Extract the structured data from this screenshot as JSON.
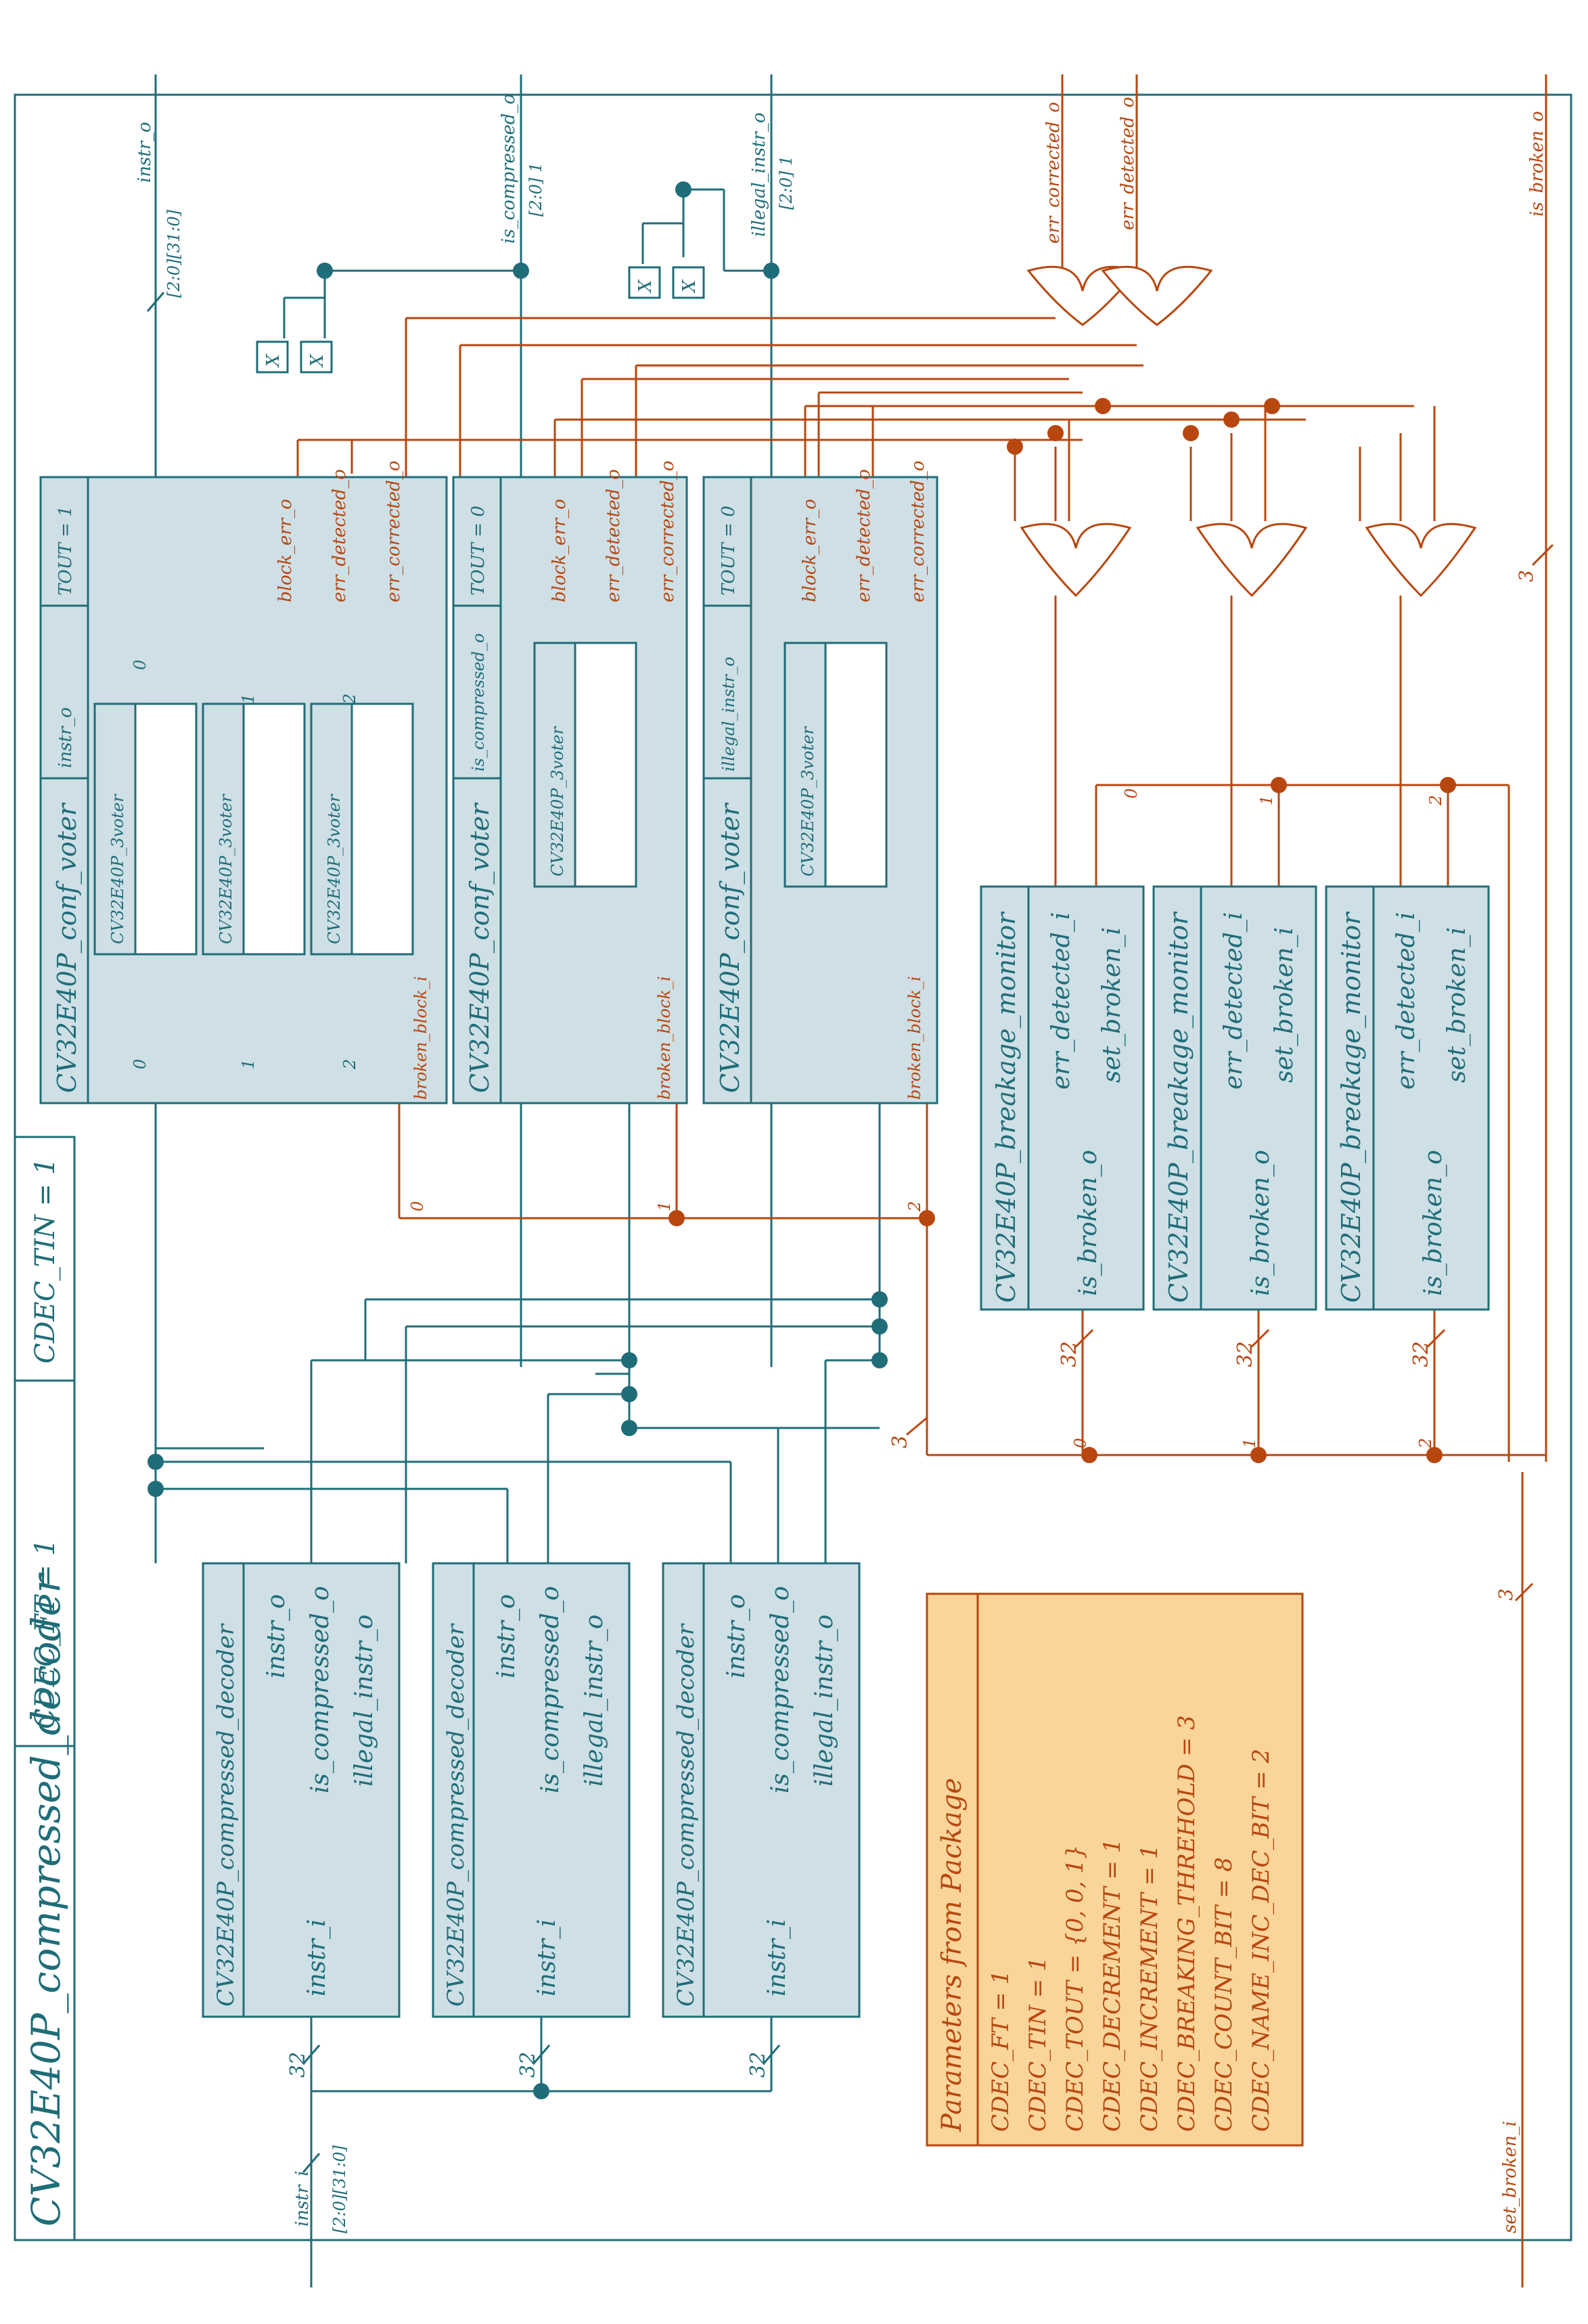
{
  "module_title": "CV32E40P_compressed_decoder",
  "params_header": [
    "CDEC_FT = 1",
    "CDEC_TIN = 1"
  ],
  "ports": {
    "instr_i": "instr_i",
    "instr_i_range": "[2:0][31:0]",
    "instr_o": "instr_o",
    "instr_o_range": "[2:0][31:0]",
    "is_compressed_o": "is_compressed_o",
    "is_compressed_range": "[2:0] 1",
    "illegal_instr_o": "illegal_instr_o",
    "illegal_instr_range": "[2:0] 1",
    "err_corrected_o": "err_corrected_o",
    "err_detected_o": "err_detected_o",
    "is_broken_o": "is_broken_o",
    "set_broken_i": "set_broken_i"
  },
  "decoders": [
    {
      "name": "CV32E40P_compressed_decoder",
      "in_port": "instr_i",
      "out_ports": [
        "instr_o",
        "is_compressed_o",
        "illegal_instr_o"
      ]
    },
    {
      "name": "CV32E40P_compressed_decoder",
      "in_port": "instr_i",
      "out_ports": [
        "instr_o",
        "is_compressed_o",
        "illegal_instr_o"
      ]
    },
    {
      "name": "CV32E40P_compressed_decoder",
      "in_port": "instr_i",
      "out_ports": [
        "instr_o",
        "is_compressed_o",
        "illegal_instr_o"
      ]
    }
  ],
  "voters": [
    {
      "name": "CV32E40P_conf_voter",
      "out": "instr_o",
      "param": "TOUT = 1",
      "inner": [
        "CV32E40P_3voter",
        "CV32E40P_3voter",
        "CV32E40P_3voter"
      ],
      "ports": [
        "block_err_o",
        "err_detected_o",
        "err_corrected_o"
      ],
      "in_port": "broken_block_i"
    },
    {
      "name": "CV32E40P_conf_voter",
      "out": "is_compressed_o",
      "param": "TOUT = 0",
      "inner": [
        "CV32E40P_3voter"
      ],
      "ports": [
        "block_err_o",
        "err_detected_o",
        "err_corrected_o"
      ],
      "in_port": "broken_block_i"
    },
    {
      "name": "CV32E40P_conf_voter",
      "out": "illegal_instr_o",
      "param": "TOUT = 0",
      "inner": [
        "CV32E40P_3voter"
      ],
      "ports": [
        "block_err_o",
        "err_detected_o",
        "err_corrected_o"
      ],
      "in_port": "broken_block_i"
    }
  ],
  "monitors": [
    {
      "name": "CV32E40P_breakage_monitor",
      "ports": [
        "err_detected_i",
        "set_broken_i",
        "is_broken_o"
      ]
    },
    {
      "name": "CV32E40P_breakage_monitor",
      "ports": [
        "err_detected_i",
        "set_broken_i",
        "is_broken_o"
      ]
    },
    {
      "name": "CV32E40P_breakage_monitor",
      "ports": [
        "err_detected_i",
        "set_broken_i",
        "is_broken_o"
      ]
    }
  ],
  "width_labels": {
    "w32": "32",
    "w3": "3",
    "w1": "1",
    "w2": "2"
  },
  "index_labels": [
    "0",
    "1",
    "2"
  ],
  "unconnected": "X",
  "parameters_box": {
    "title": "Parameters from Package",
    "lines": [
      "CDEC_FT = 1",
      "CDEC_TIN = 1",
      "CDEC_TOUT = {0, 0, 1}",
      "CDEC_DECREMENT = 1",
      "CDEC_INCREMENT = 1",
      "CDEC_BREAKING_THREHOLD = 3",
      "CDEC_COUNT_BIT = 8",
      "CDEC_NAME_INC_DEC_BIT = 2"
    ]
  }
}
